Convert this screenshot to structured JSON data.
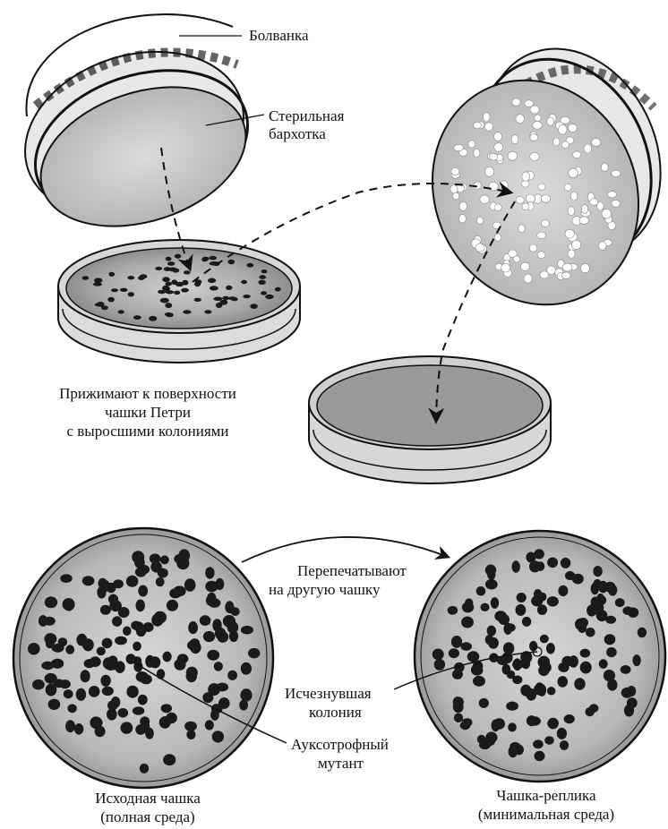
{
  "labels": {
    "stamp": "Болванка",
    "velvet_line1": "Стерильная",
    "velvet_line2": "бархотка",
    "press_line1": "Прижимают  к поверхности",
    "press_line2": "чашки Петри",
    "press_line3": "с выросшими колониями",
    "replicate_line1": "Перепечатывают",
    "replicate_line2": "на другую чашку",
    "lost_line1": "Исчезнувшая",
    "lost_line2": "колония",
    "auxo_line1": "Ауксотрофный",
    "auxo_line2": "мутант",
    "source_line1": "Исходная чашка",
    "source_line2": "(полная  среда)",
    "replica_line1": "Чашка-реплика",
    "replica_line2": "(минимальная среда)"
  },
  "colors": {
    "ink": "#111111",
    "colony": "#1a1a1a",
    "medium": "#8a8a8a",
    "velvet": "#cfcfcf",
    "dish_fill": "#bdbdbd"
  }
}
